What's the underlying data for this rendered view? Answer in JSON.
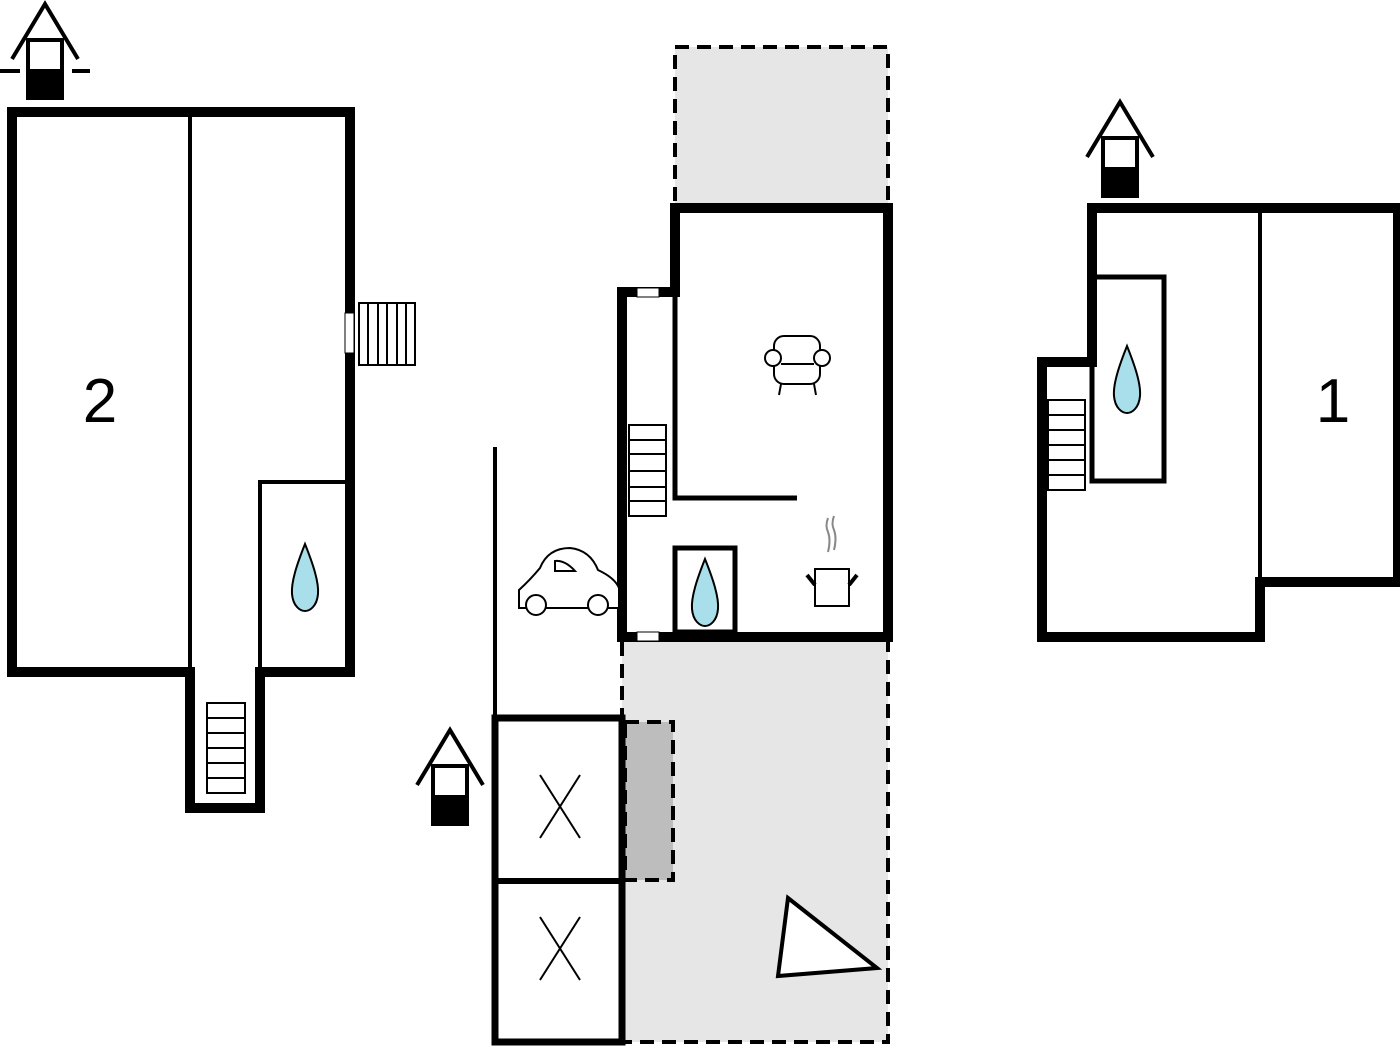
{
  "title": "Floor plan",
  "buildings": [
    {
      "name": "building-2",
      "label": "2"
    },
    {
      "name": "building-main",
      "label": ""
    },
    {
      "name": "building-1",
      "label": "1"
    }
  ],
  "icons": [
    "entrance-icon",
    "stairs-icon",
    "water-drop-icon",
    "armchair-icon",
    "cooking-pot-icon",
    "car-icon",
    "parking-x-icon",
    "north-triangle-icon"
  ],
  "colors": {
    "water": "#a8dfea",
    "terrace": "#e6e6e6",
    "terrace_dark": "#bdbdbd",
    "wall": "#000000"
  }
}
